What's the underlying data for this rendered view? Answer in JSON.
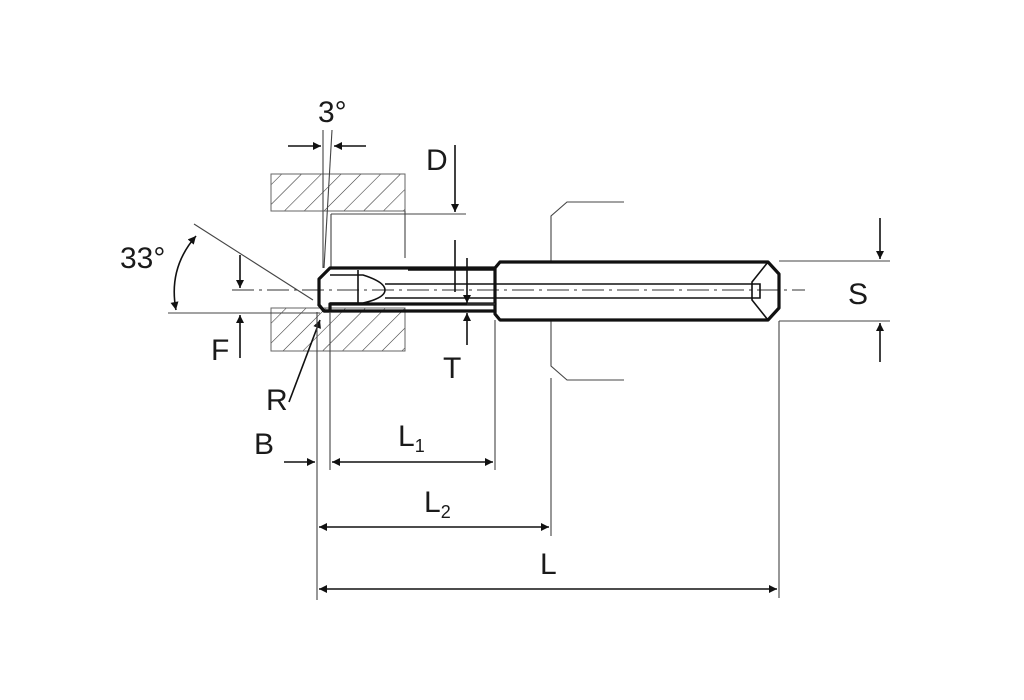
{
  "labels": {
    "angle_3": "3°",
    "angle_33": "33°",
    "D": "D",
    "S": "S",
    "F": "F",
    "T": "T",
    "R": "R",
    "B": "B",
    "L1_main": "L",
    "L1_sub": "1",
    "L2_main": "L",
    "L2_sub": "2",
    "L": "L"
  }
}
